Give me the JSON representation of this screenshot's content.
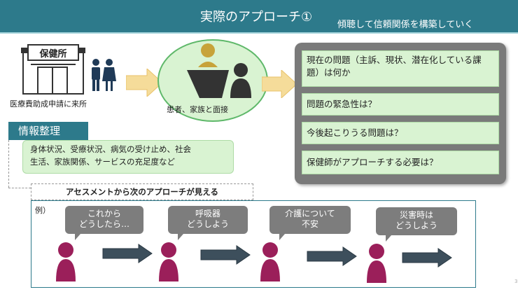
{
  "header": {
    "title": "実際のアプローチ①",
    "subtitle": "傾聴して信頼関係を構築していく",
    "accent_color": "#2d7a8b"
  },
  "flow": {
    "clinic_sign": "保健所",
    "clinic_caption": "医療費助成申請に来所",
    "interview_caption": "患者、家族と面接",
    "icons": [
      "building-icon",
      "family-icon",
      "counselor-icon",
      "patient-icon",
      "arrow-right-icon"
    ]
  },
  "questions": [
    "現在の問題（主訴、現状、潜在化している課題）は何か",
    "問題の緊急性は？",
    "今後起こりうる問題は？",
    "保健師がアプローチする必要は？"
  ],
  "info": {
    "title": "情報整理",
    "line1": "身体状況、受療状況、病気の受け止め、社会",
    "line2": "生活、家族関係、サービスの充足度など"
  },
  "assessment": {
    "label": "アセスメントから次のアプローチが見える",
    "example": "例）",
    "bubbles": [
      {
        "line1": "これから",
        "line2": "どうしたら…"
      },
      {
        "line1": "呼吸器",
        "line2": "どうしよう"
      },
      {
        "line1": "介護について",
        "line2": "不安"
      },
      {
        "line1": "災害時は",
        "line2": "どうしよう"
      }
    ],
    "person_color": "#9b1f5a"
  },
  "page_number": "3"
}
